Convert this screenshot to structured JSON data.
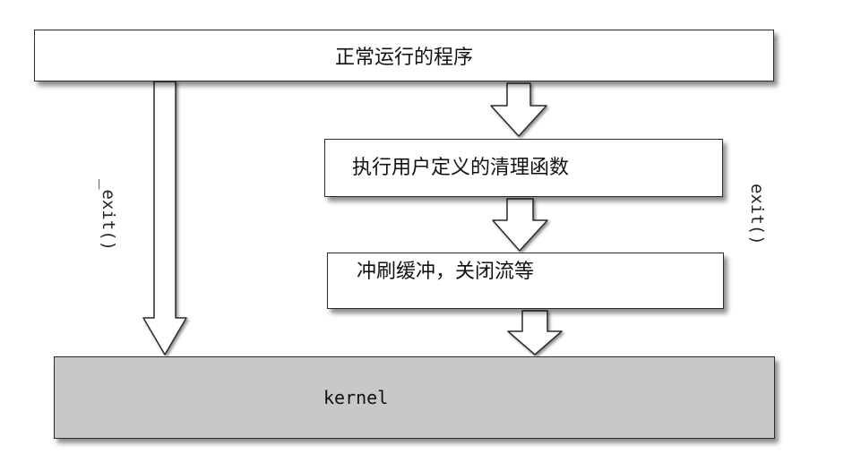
{
  "boxes": {
    "normal_program": "正常运行的程序",
    "user_cleanup": "执行用户定义的清理函数",
    "flush_close": "冲刷缓冲，关闭流等",
    "kernel": "kernel"
  },
  "edge_labels": {
    "underscore_exit": "_exit()",
    "exit": "exit()"
  }
}
